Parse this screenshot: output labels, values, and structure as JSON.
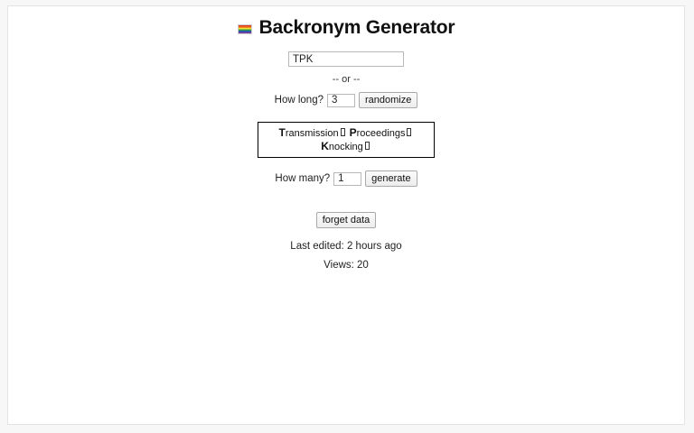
{
  "page": {
    "title": "Backronym Generator",
    "flag_icon": "rainbow-flag-icon"
  },
  "acronym_field": {
    "value": "TPK",
    "placeholder": ""
  },
  "separator": {
    "text": "-- or --"
  },
  "how_long": {
    "label": "How long?",
    "value": "3",
    "button_label": "randomize"
  },
  "result": {
    "words": [
      {
        "initial": "T",
        "rest": "ransmission"
      },
      {
        "initial": "P",
        "rest": "roceedings"
      },
      {
        "initial": "K",
        "rest": "nocking"
      }
    ],
    "separator_glyph": "missing-glyph-box",
    "full_text": "Transmission Proceedings Knocking"
  },
  "how_many": {
    "label": "How many?",
    "value": "1",
    "button_label": "generate"
  },
  "forget": {
    "button_label": "forget data"
  },
  "meta": {
    "last_edited": "Last edited: 2 hours ago",
    "views": "Views: 20"
  },
  "colors": {
    "page_background": "#f7f7f7",
    "card_background": "#ffffff",
    "card_border": "#e3e3e3",
    "text": "#222222",
    "result_border": "#000000"
  }
}
